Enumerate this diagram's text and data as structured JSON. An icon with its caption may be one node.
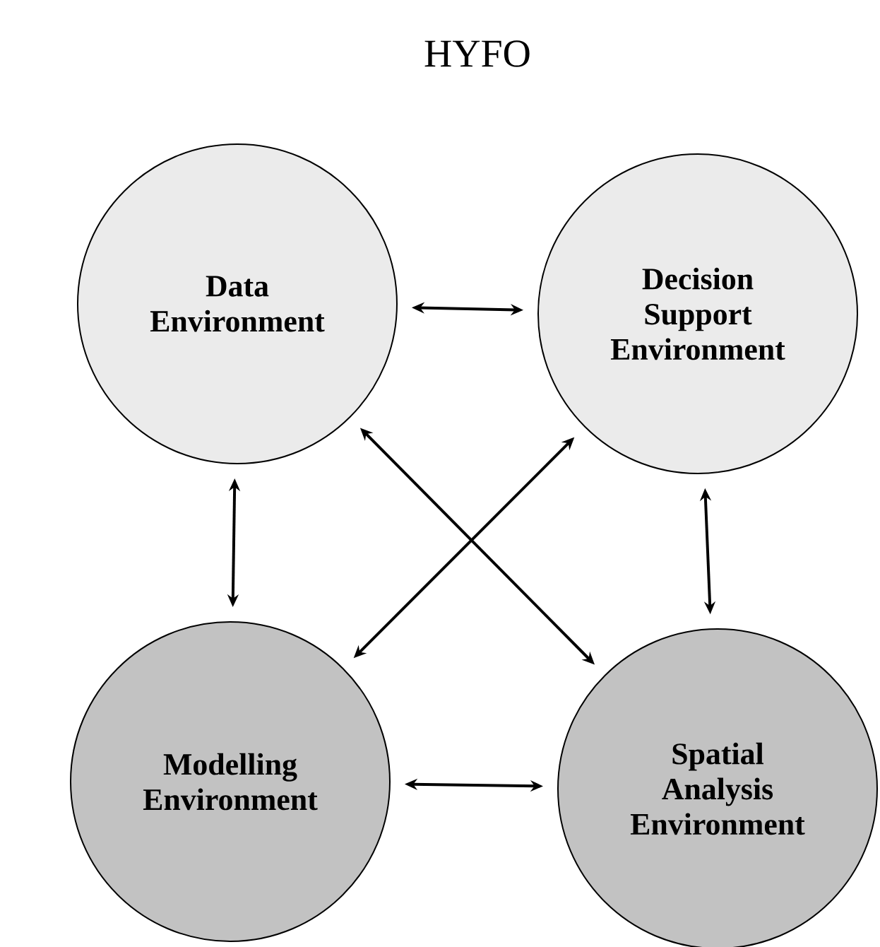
{
  "diagram": {
    "title": "HYFO",
    "nodes": [
      {
        "text": [
          "Data Environment"
        ]
      },
      {
        "text": [
          "Decision Support Environment"
        ]
      },
      {
        "text": [
          "Modelling Environment"
        ]
      },
      {
        "text": [
          "Spatial Analysis Environment"
        ]
      }
    ],
    "edges": [
      {
        "from": 0,
        "to": 1,
        "arrow": "both"
      },
      {
        "from": 0,
        "to": 2,
        "arrow": "both"
      },
      {
        "from": 1,
        "to": 3,
        "arrow": "both"
      },
      {
        "from": 0,
        "to": 3,
        "arrow": "both"
      },
      {
        "from": 1,
        "to": 2,
        "arrow": "both"
      },
      {
        "from": 2,
        "to": 3,
        "arrow": "both"
      }
    ]
  }
}
